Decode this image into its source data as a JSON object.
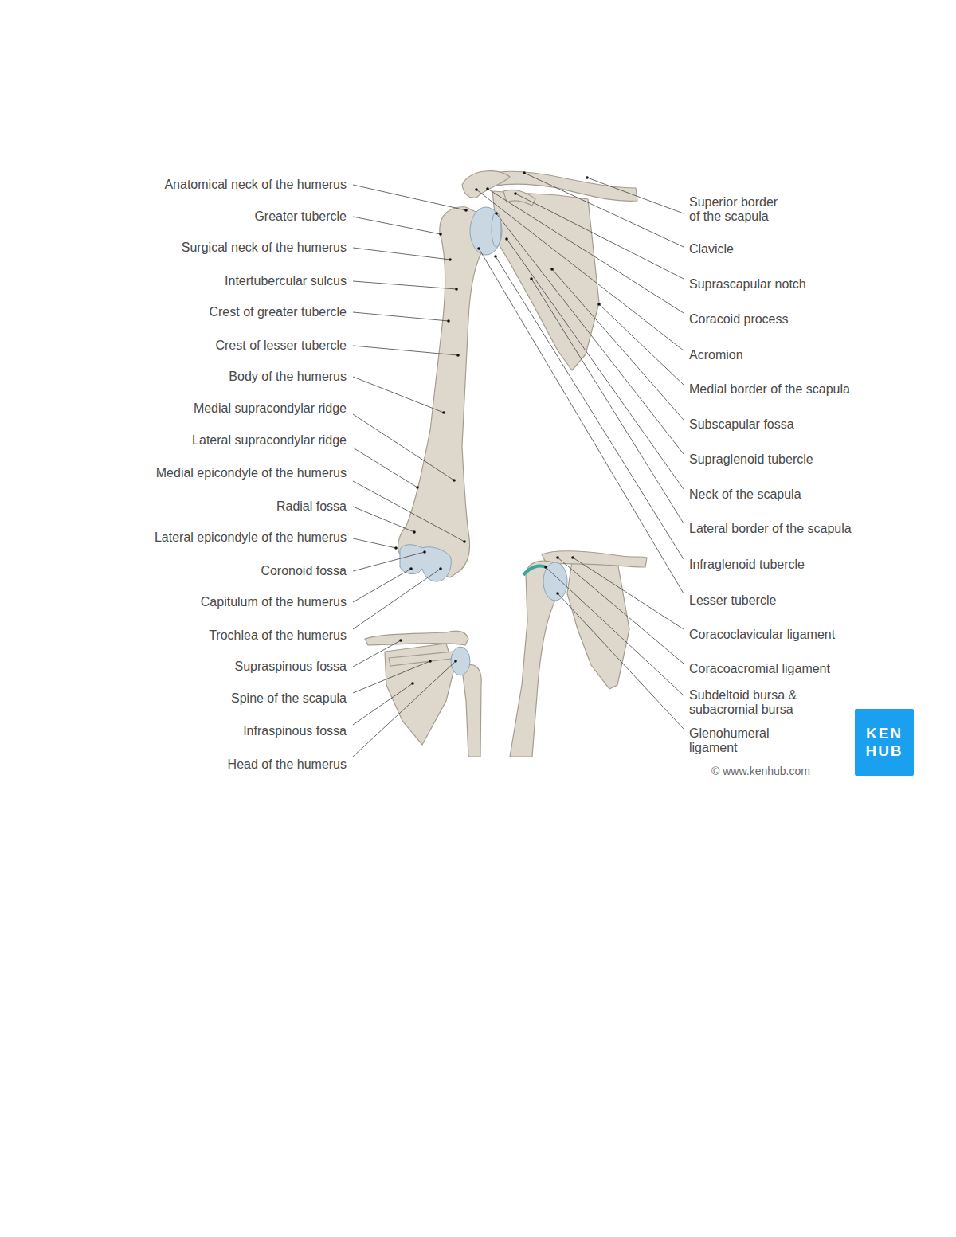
{
  "diagram": {
    "nodes": [
      {
        "text": [
          "KEN HUB"
        ]
      }
    ],
    "labels": [
      "Anatomical neck of the humerus",
      "Greater tubercle",
      "Surgical neck of the humerus",
      "Intertubercular sulcus",
      "Crest of greater tubercle",
      "Crest of lesser tubercle",
      "Body of the humerus",
      "Medial supracondylar ridge",
      "Lateral supracondylar ridge",
      "Medial epicondyle of the humerus",
      "Radial fossa",
      "Lateral epicondyle of the humerus",
      "Coronoid fossa",
      "Capitulum of the humerus",
      "Trochlea of the humerus",
      "Supraspinous fossa",
      "Spine of the scapula",
      "Infraspinous fossa",
      "Head of the humerus",
      "Superior border of the scapula",
      "Clavicle",
      "Suprascapular notch",
      "Coracoid process",
      "Acromion",
      "Medial border of the scapula",
      "Subscapular fossa",
      "Supraglenoid tubercle",
      "Neck of the scapula",
      "Lateral border of the scapula",
      "Infraglenoid tubercle",
      "Lesser tubercle",
      "Coracoclavicular ligament",
      "Coracoacromial ligament",
      "Subdeltoid bursa & subacromial bursa",
      "Glenohumeral ligament",
      "© www.kenhub.com"
    ]
  }
}
